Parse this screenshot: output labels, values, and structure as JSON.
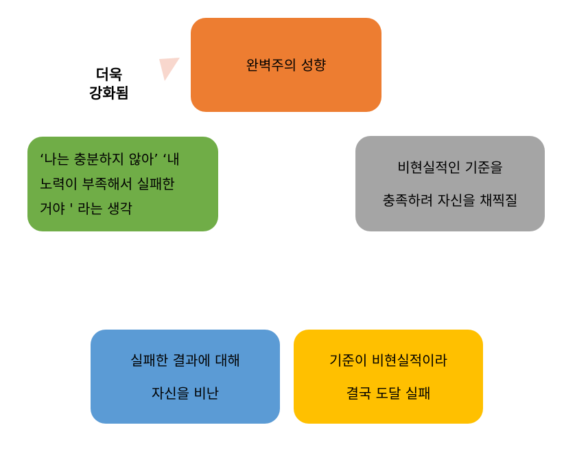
{
  "colors": {
    "ring": "#f8d7cd",
    "box_orange": "#ed7d31",
    "box_gray": "#a5a5a5",
    "box_yellow": "#ffc000",
    "box_blue": "#5b9bd5",
    "box_green": "#70ad47"
  },
  "nodes": {
    "perfectionism": {
      "line1": "완벽주의 성향"
    },
    "unrealistic_standard": {
      "line1": "비현실적인 기준을",
      "line2": "충족하려 자신을 채찍질"
    },
    "failure": {
      "line1": "기준이 비현실적이라",
      "line2": "결국 도달 실패"
    },
    "self_blame": {
      "line1": "실패한 결과에 대해",
      "line2": "자신을 비난"
    },
    "belief": {
      "line1": "‘나는 충분하지 않아’ ‘내",
      "line2": "노력이 부족해서 실패한",
      "line3": "거야 ' 라는 생각"
    }
  },
  "reinforce_label": {
    "line1": "더욱",
    "line2": "강화됨"
  }
}
